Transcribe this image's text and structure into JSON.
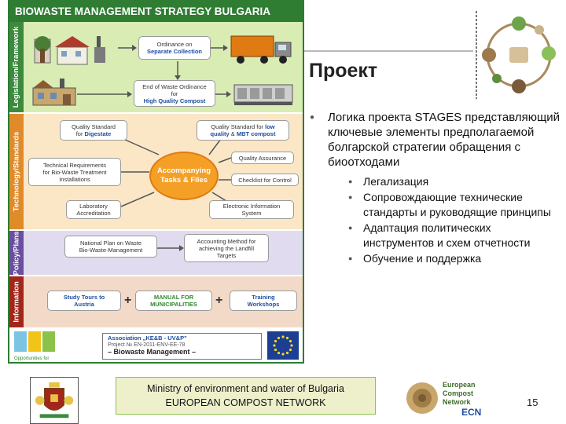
{
  "diagram": {
    "title": "BIOWASTE MANAGEMENT STRATEGY BULGARIA",
    "bands": {
      "legislation": "Legislation/Framework",
      "technology": "Technology/Standards",
      "policy": "Policy/Plans",
      "information": "Information"
    },
    "legislation": {
      "box1": {
        "line1": "Ordinance on",
        "line2": "Separate Collection"
      },
      "box2": {
        "line1": "End of Waste Ordinance",
        "line2": "for",
        "line3": "High Quality Compost"
      }
    },
    "technology": {
      "center": {
        "line1": "Accompanying",
        "line2": "Tasks & Files"
      },
      "q_digestate": {
        "line1": "Quality Standard",
        "line2a": "for ",
        "line2b": "Digestate"
      },
      "q_compost": {
        "line1a": "Quality Standard for ",
        "line1b": "low",
        "line2a": "quality",
        "line2b": " & ",
        "line2c": "MBT compost"
      },
      "tech_req": {
        "line1": "Technical Requirements",
        "line2": "for Bio-Waste Treatment",
        "line3": "Installations"
      },
      "quality_assurance": "Quality Assurance",
      "checklist": "Checklist for Control",
      "lab": {
        "line1": "Laboratory",
        "line2": "Accreditation"
      },
      "electronic": {
        "line1": "Electronic Information",
        "line2": "System"
      }
    },
    "policy": {
      "national_plan": {
        "line1": "National Plan on Waste",
        "line2": "Bio-Waste-Management"
      },
      "accounting": {
        "line1": "Accounting Method for",
        "line2": "achieving the Landfill",
        "line3": "Targets"
      }
    },
    "information": {
      "study_tours": {
        "line1": "Study Tours to",
        "line2": "Austria"
      },
      "manual": {
        "line1": "MANUAL FOR",
        "line2": "MUNICIPALITIES"
      },
      "training": {
        "line1": "Training",
        "line2": "Workshops"
      },
      "plus": "+"
    },
    "logos": {
      "assoc_line1": "Association „KE&B - UV&P\"",
      "assoc_line2": "Project № EN-2011-ENV-EE-78",
      "assoc_line3": "– Biowaste Management –",
      "opportunities": "Opportunities for"
    }
  },
  "slide": {
    "title": "Проект",
    "bullet_main": "Логика проекта STAGES представляющий ключевые элементы предполагаемой болгарской стратегии обращения с биоотходами",
    "sub_bullets": [
      "Легализация",
      "Сопровождающие технические стандарты и руководящие принципы",
      "Адаптация политических инструментов и схем отчетности",
      "Обучение и поддержка"
    ]
  },
  "footer": {
    "line1": "Ministry of environment and water of Bulgaria",
    "line2": "EUROPEAN COMPOST NETWORK",
    "ecn_line1": "European",
    "ecn_line2": "Compost",
    "ecn_line3": "Network",
    "ecn_abbr": "ECN",
    "page_number": "15"
  },
  "colors": {
    "legislation": "#3d8a3f",
    "technology": "#e08b2a",
    "policy": "#6a4fa0",
    "information": "#a3261b",
    "accent_blue": "#1f4ea1",
    "accent_green": "#2f8a2f"
  },
  "icons": [
    "house-icon",
    "factory-icon",
    "truck-icon",
    "compost-machine-icon",
    "eu-flag-icon",
    "coat-of-arms-icon",
    "ecn-logo-icon",
    "composting-cycle-illustration"
  ]
}
